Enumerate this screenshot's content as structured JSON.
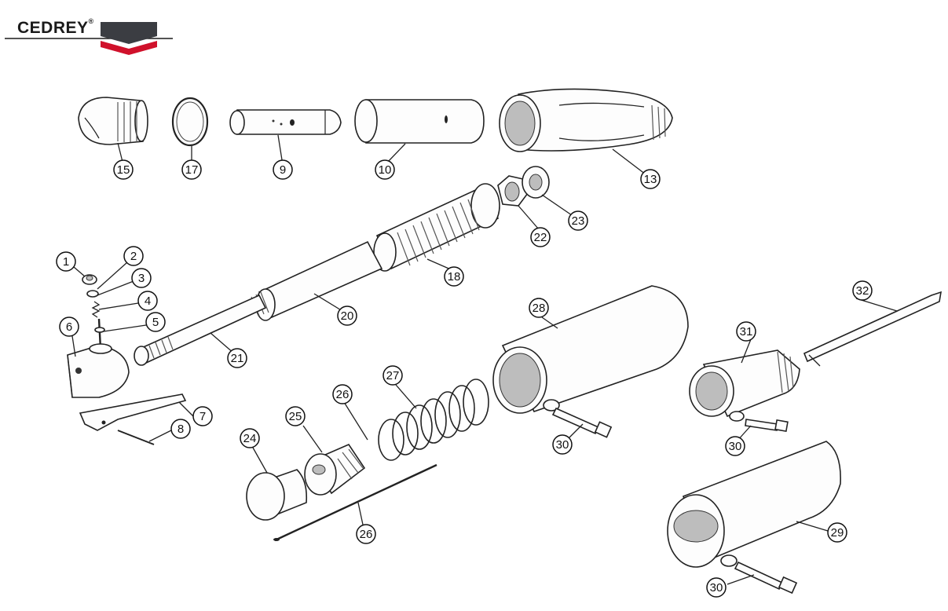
{
  "brand": {
    "name": "CEDREY",
    "registered_mark": "®",
    "colors": {
      "text": "#1a1a1a",
      "chevron_dark": "#3b3d42",
      "chevron_red": "#d0112b",
      "rule": "#1a1a1a"
    }
  },
  "callouts": {
    "c1": "1",
    "c2": "2",
    "c3": "3",
    "c4": "4",
    "c5": "5",
    "c6": "6",
    "c7": "7",
    "c8": "8",
    "c9": "9",
    "c10": "10",
    "c13": "13",
    "c15": "15",
    "c17": "17",
    "c18": "18",
    "c20": "20",
    "c21": "21",
    "c22": "22",
    "c23": "23",
    "c24": "24",
    "c25": "25",
    "c26a": "26",
    "c26b": "26",
    "c27": "27",
    "c28": "28",
    "c29": "29",
    "c30a": "30",
    "c30b": "30",
    "c30c": "30",
    "c31": "31",
    "c32": "32"
  }
}
